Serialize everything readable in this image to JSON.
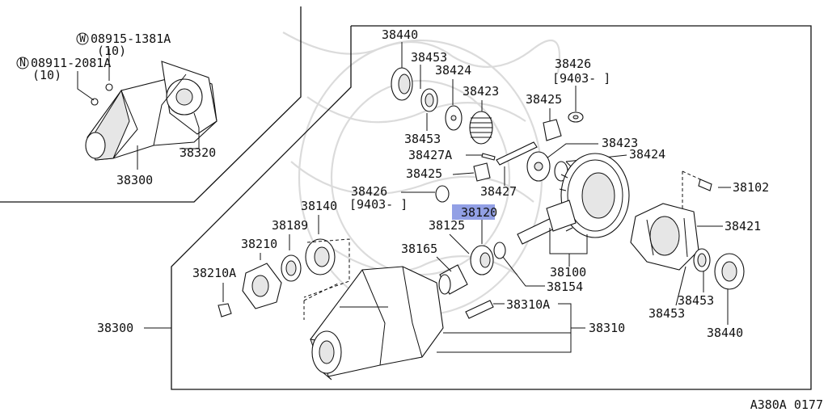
{
  "diagram": {
    "figure_code": "A380A 0177",
    "highlighted_part": "38120",
    "fastener_washer": {
      "symbol": "W",
      "number": "08915-1381A",
      "qty": "(10)"
    },
    "fastener_nut": {
      "symbol": "N",
      "number": "08911-2081A",
      "qty": "(10)"
    },
    "labels": {
      "p38320": "38320",
      "p38300_top": "38300",
      "p38440_top": "38440",
      "p38453_a": "38453",
      "p38424_a": "38424",
      "p38423_a": "38423",
      "p38453_b": "38453",
      "p38426_a": "38426",
      "p38426_a_range": "[9403-     ]",
      "p38425_a": "38425",
      "p38423_b": "38423",
      "p38427A": "38427A",
      "p38424_b": "38424",
      "p38425_b": "38425",
      "p38427": "38427",
      "p38426_b": "38426",
      "p38426_b_range": "[9403-     ]",
      "p38102": "38102",
      "p38120": "38120",
      "p38125": "38125",
      "p38421": "38421",
      "p38140": "38140",
      "p38189": "38189",
      "p38210": "38210",
      "p38165": "38165",
      "p38100": "38100",
      "p38154": "38154",
      "p38210A": "38210A",
      "p38453_c": "38453",
      "p38453_d": "38453",
      "p38310A": "38310A",
      "p38300_main": "38300",
      "p38310": "38310",
      "p38440_b": "38440"
    }
  }
}
